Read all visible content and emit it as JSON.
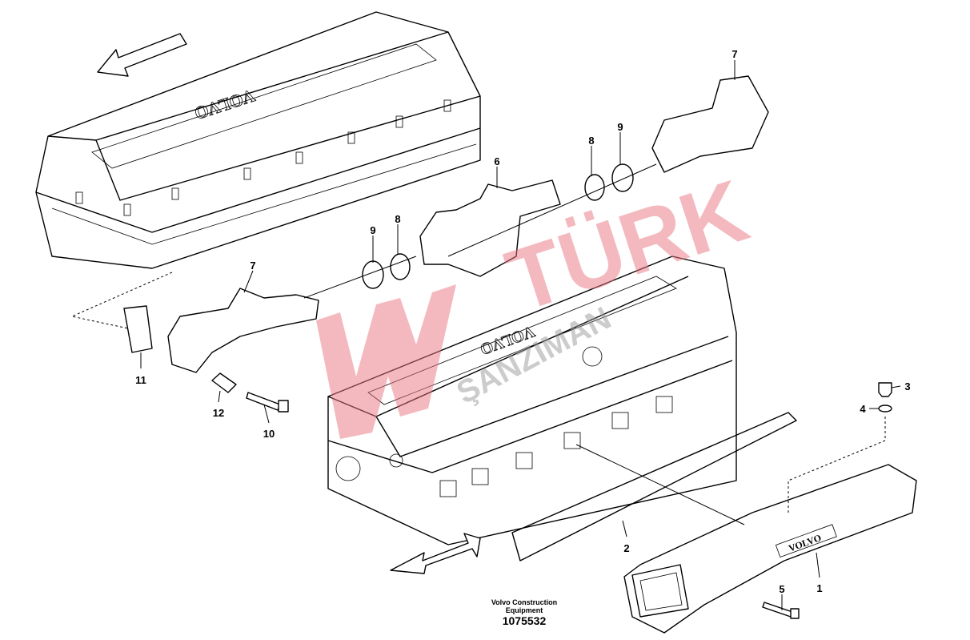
{
  "diagram": {
    "callouts": {
      "c7a": "7",
      "c8a": "8",
      "c9a": "9",
      "c6": "6",
      "c9b": "9",
      "c8b": "8",
      "c7b": "7",
      "c11": "11",
      "c12": "12",
      "c10": "10",
      "c3": "3",
      "c4": "4",
      "c2": "2",
      "c1": "1",
      "c5": "5"
    },
    "cover_logo": "VOLVO",
    "watermark": {
      "line1": "TÜRK",
      "line2": "ŞANZIMAN",
      "color": "#e8737d"
    }
  },
  "footer": {
    "company_line1": "Volvo Construction",
    "company_line2": "Equipment",
    "part_number": "1075532"
  }
}
